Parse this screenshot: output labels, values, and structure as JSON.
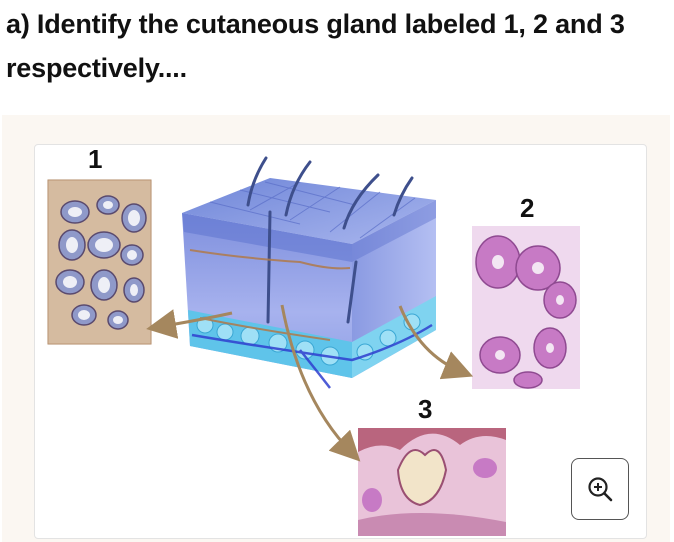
{
  "question": {
    "text": "a) Identify the cutaneous gland labeled 1, 2 and 3 respectively...."
  },
  "figure": {
    "labels": [
      "1",
      "2",
      "3"
    ]
  },
  "zoom_button": {
    "icon": "zoom-in-icon"
  },
  "colors": {
    "skin_block": "#8f9ee0",
    "fat_layer": "#5fc4ea",
    "arrow": "#b3946b",
    "tissue_purple": "#c77ac5",
    "tissue_brown": "#b08866"
  }
}
